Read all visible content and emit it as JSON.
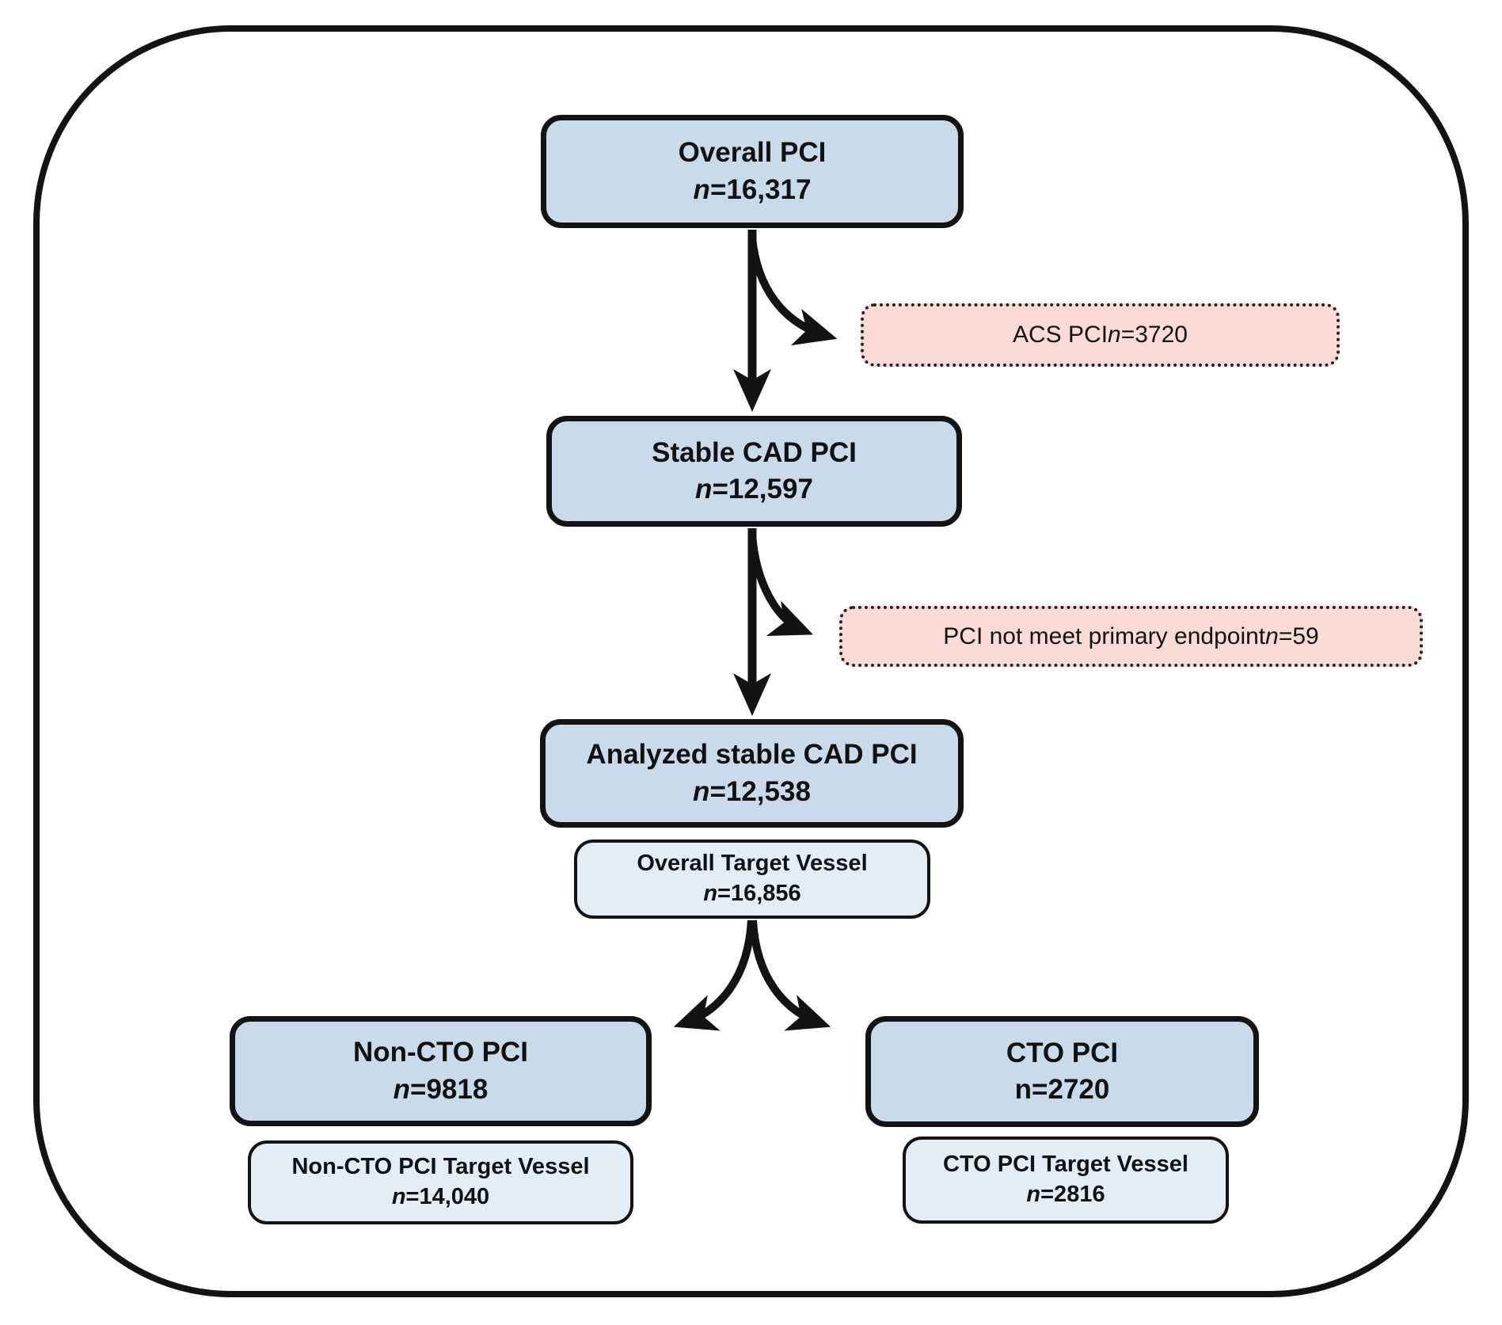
{
  "figure": {
    "type_label": "study-flow-diagram",
    "colors": {
      "main_box_fill": "#c9daea",
      "sub_box_fill": "#e3edf6",
      "exclusion_box_fill": "#fcdbd6",
      "line_and_border": "#131313"
    },
    "boxes": {
      "overall": {
        "title": "Overall PCI",
        "n": "n",
        "count": "=16,317"
      },
      "acs": {
        "pre": "ACS PCI ",
        "n": "n",
        "post": "=3720"
      },
      "stable": {
        "title": "Stable CAD PCI",
        "n": "n",
        "count": "=12,597"
      },
      "endpoint": {
        "pre": "PCI not meet primary endpoint ",
        "n": "n",
        "post": "=59"
      },
      "analyzed": {
        "title": "Analyzed stable CAD PCI",
        "n": "n",
        "count": "=12,538"
      },
      "overall_tv": {
        "title": "Overall Target Vessel",
        "n": "n",
        "count": "=16,856"
      },
      "non_cto": {
        "title": "Non-CTO PCI",
        "n": "n",
        "count": "=9818"
      },
      "cto": {
        "title": "CTO PCI",
        "count": "n=2720"
      },
      "non_cto_tv": {
        "title": "Non-CTO PCI Target Vessel",
        "n": "n",
        "count": "=14,040"
      },
      "cto_tv": {
        "title": "CTO PCI Target Vessel",
        "n": "n",
        "count": "=2816"
      }
    }
  }
}
